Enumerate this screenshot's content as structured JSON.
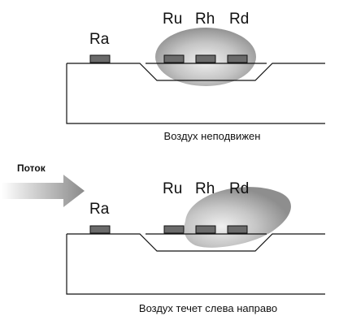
{
  "top": {
    "labels": {
      "ru": "Ru",
      "rh": "Rh",
      "rd": "Rd",
      "ra": "Ra"
    },
    "caption": "Воздух неподвижен"
  },
  "bottom": {
    "flow_label": "Поток",
    "labels": {
      "ru": "Ru",
      "rh": "Rh",
      "rd": "Rd",
      "ra": "Ra"
    },
    "caption": "Воздух течет слева направо"
  },
  "colors": {
    "outline": "#111111",
    "resistor_fill": "#6b6b6b",
    "heat_zone_outer": "#8c8c8c",
    "heat_zone_inner": "#e6e6e6"
  }
}
